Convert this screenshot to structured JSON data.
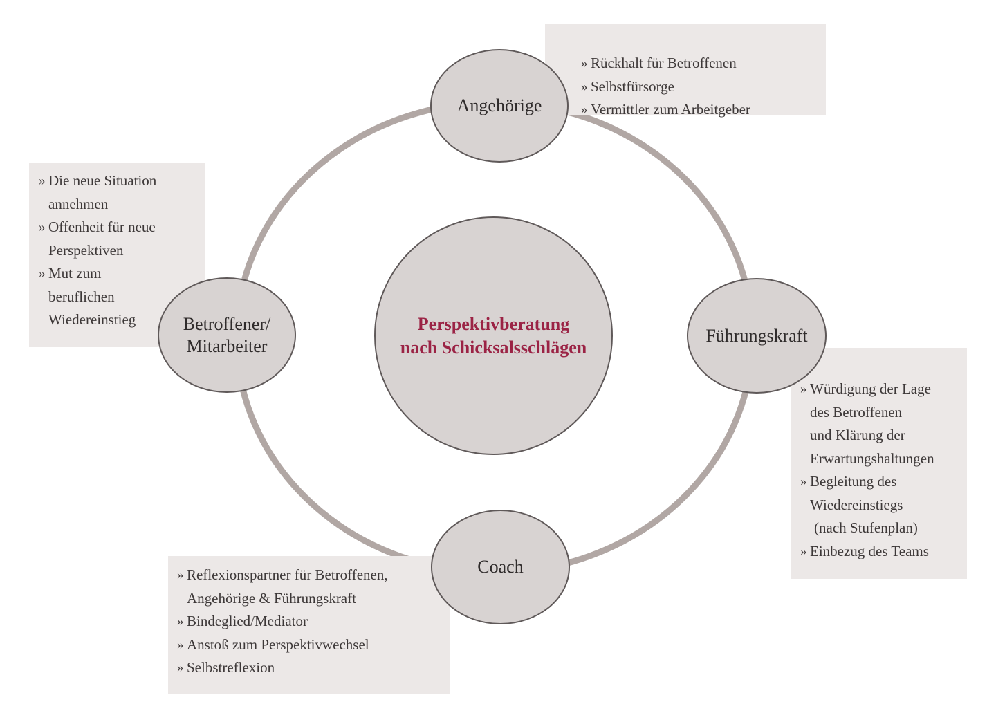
{
  "colors": {
    "ring": "#b1a7a4",
    "node_fill": "#d8d3d2",
    "node_border": "#5f5959",
    "box_fill": "#ece8e7",
    "text": "#3d3838",
    "center_text": "#9b2345"
  },
  "bullet_marker": "»",
  "center": {
    "lines": [
      "Perspektivberatung",
      "nach Schicksalsschlägen"
    ]
  },
  "nodes": {
    "angehoerige": {
      "lines": [
        "Angehörige"
      ]
    },
    "betroffener": {
      "lines": [
        "Betroffener/",
        "Mitarbeiter"
      ]
    },
    "fuehrungskraft": {
      "lines": [
        "Führungskraft"
      ]
    },
    "coach": {
      "lines": [
        "Coach"
      ]
    }
  },
  "boxes": {
    "angehoerige": {
      "items": [
        {
          "lines": [
            "Rückhalt für Betroffenen"
          ]
        },
        {
          "lines": [
            "Selbstfürsorge"
          ]
        },
        {
          "lines": [
            "Vermittler zum Arbeitgeber"
          ]
        }
      ]
    },
    "betroffener": {
      "items": [
        {
          "lines": [
            "Die neue Situation",
            "annehmen"
          ]
        },
        {
          "lines": [
            "Offenheit für neue",
            "Perspektiven"
          ]
        },
        {
          "lines": [
            "Mut zum",
            "beruflichen",
            "Wiedereinstieg"
          ]
        }
      ]
    },
    "fuehrungskraft": {
      "items": [
        {
          "lines": [
            "Würdigung der Lage",
            "des Betroffenen",
            "und Klärung der",
            "Erwartungshaltungen"
          ]
        },
        {
          "lines": [
            "Begleitung des",
            "Wiedereinstiegs",
            " (nach Stufenplan)"
          ]
        },
        {
          "lines": [
            "Einbezug des Teams"
          ]
        }
      ]
    },
    "coach": {
      "items": [
        {
          "lines": [
            "Reflexionspartner für Betroffenen,",
            "Angehörige & Führungskraft"
          ]
        },
        {
          "lines": [
            "Bindeglied/Mediator"
          ]
        },
        {
          "lines": [
            "Anstoß zum Perspektivwechsel"
          ]
        },
        {
          "lines": [
            "Selbstreflexion"
          ]
        }
      ]
    }
  }
}
